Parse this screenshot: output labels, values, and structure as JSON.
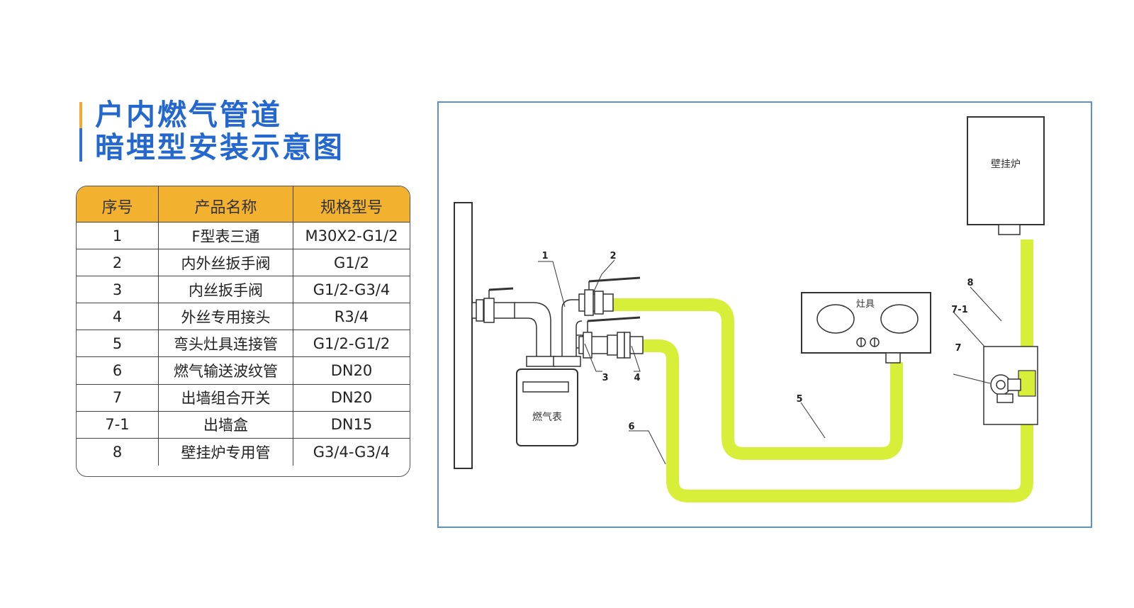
{
  "title": {
    "line1": "户内燃气管道",
    "line2": "暗埋型安装示意图"
  },
  "table": {
    "headers": [
      "序号",
      "产品名称",
      "规格型号"
    ],
    "rows": [
      [
        "1",
        "F型表三通",
        "M30X2-G1/2"
      ],
      [
        "2",
        "内外丝扳手阀",
        "G1/2"
      ],
      [
        "3",
        "内丝扳手阀",
        "G1/2-G3/4"
      ],
      [
        "4",
        "外丝专用接头",
        "R3/4"
      ],
      [
        "5",
        "弯头灶具连接管",
        "G1/2-G1/2"
      ],
      [
        "6",
        "燃气输送波纹管",
        "DN20"
      ],
      [
        "7",
        "出墙组合开关",
        "DN20"
      ],
      [
        "7-1",
        "出墙盒",
        "DN15"
      ],
      [
        "8",
        "壁挂炉专用管",
        "G3/4-G3/4"
      ]
    ]
  },
  "diagram": {
    "labels": {
      "boiler": "壁挂炉",
      "stove": "灶具",
      "meter": "燃气表",
      "n1": "1",
      "n2": "2",
      "n3": "3",
      "n4": "4",
      "n5": "5",
      "n6": "6",
      "n7": "7",
      "n7_1": "7-1",
      "n8": "8"
    },
    "colors": {
      "pipe": "#d8ef3a",
      "frame": "#5b8fd6",
      "line": "#333333"
    }
  }
}
